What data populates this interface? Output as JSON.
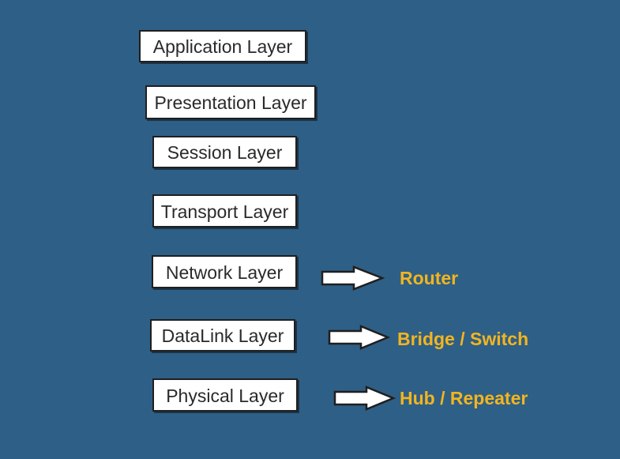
{
  "layers": [
    {
      "label": "Application Layer"
    },
    {
      "label": "Presentation Layer"
    },
    {
      "label": "Session Layer"
    },
    {
      "label": "Transport Layer"
    },
    {
      "label": "Network Layer"
    },
    {
      "label": "DataLink Layer"
    },
    {
      "label": "Physical Layer"
    }
  ],
  "devices": [
    {
      "label": "Router",
      "layer": "Network Layer"
    },
    {
      "label": "Bridge / Switch",
      "layer": "DataLink Layer"
    },
    {
      "label": "Hub / Repeater",
      "layer": "Physical Layer"
    }
  ],
  "colors": {
    "background": "#2e5f86",
    "box_fill": "#ffffff",
    "box_border": "#1f1f1f",
    "device_text": "#f2b51f"
  }
}
